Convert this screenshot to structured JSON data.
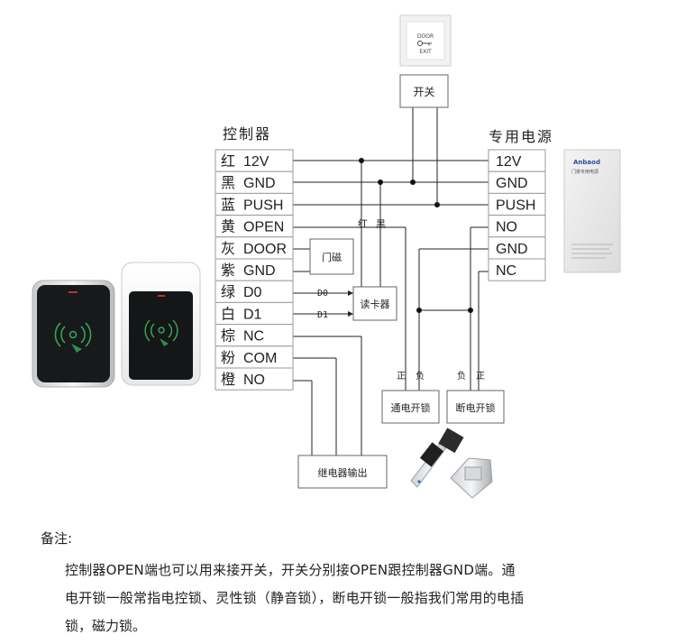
{
  "controller": {
    "title": "控制器",
    "rows": [
      {
        "color": "红",
        "signal": "12V"
      },
      {
        "color": "黑",
        "signal": "GND"
      },
      {
        "color": "蓝",
        "signal": "PUSH"
      },
      {
        "color": "黄",
        "signal": "OPEN"
      },
      {
        "color": "灰",
        "signal": "DOOR"
      },
      {
        "color": "紫",
        "signal": "GND"
      },
      {
        "color": "绿",
        "signal": "D0"
      },
      {
        "color": "白",
        "signal": "D1"
      },
      {
        "color": "棕",
        "signal": "NC"
      },
      {
        "color": "粉",
        "signal": "COM"
      },
      {
        "color": "橙",
        "signal": "NO"
      }
    ]
  },
  "power_supply": {
    "title": "专用电源",
    "rows": [
      "12V",
      "GND",
      "PUSH",
      "NO",
      "GND",
      "NC"
    ],
    "device_brand": "Anbaod",
    "device_label": "门禁专用电源"
  },
  "exit_button": {
    "label_top": "DOOR",
    "label_bottom": "EXIT",
    "switch_label": "开关"
  },
  "boxes": {
    "door_magnet": "门磁",
    "card_reader": "读卡器",
    "relay_output": "继电器输出",
    "power_on_lock": "通电开锁",
    "power_off_lock": "断电开锁"
  },
  "wire_labels": {
    "red": "红",
    "black": "黑",
    "d0": "D0",
    "d1": "D1",
    "pos_left": "正",
    "neg_left": "负",
    "neg_right": "负",
    "pos_right": "正"
  },
  "notes": {
    "title": "备注:",
    "line1": "控制器OPEN端也可以用来接开关，开关分别接OPEN跟控制器GND端。通",
    "line2": "电开锁一般常指电控锁、灵性锁（静音锁），断电开锁一般指我们常用的电插",
    "line3": "锁，磁力锁。"
  }
}
